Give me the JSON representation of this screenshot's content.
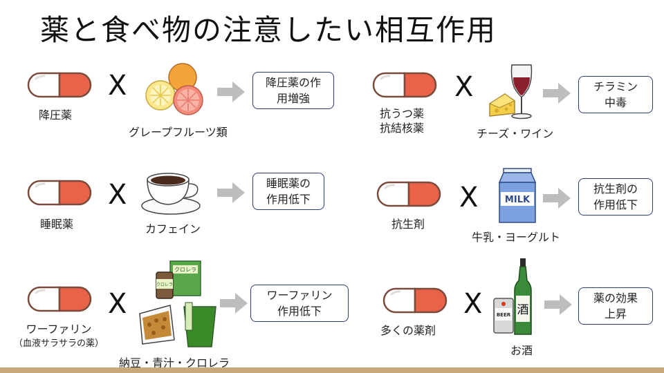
{
  "title": "薬と食べ物の注意したい相互作用",
  "cross_symbol": "X",
  "rows": [
    {
      "drug": "降圧薬",
      "food": "グレープフルーツ類",
      "effect_line1": "降圧薬の作",
      "effect_line2": "用増強"
    },
    {
      "drug": "抗うつ薬",
      "drug2": "抗結核薬",
      "food": "チーズ・ワイン",
      "effect_line1": "チラミン",
      "effect_line2": "中毒"
    },
    {
      "drug": "睡眠薬",
      "food": "カフェイン",
      "effect_line1": "睡眠薬の",
      "effect_line2": "作用低下"
    },
    {
      "drug": "抗生剤",
      "food": "牛乳・ヨーグルト",
      "effect_line1": "抗生剤の",
      "effect_line2": "作用低下",
      "carton_text": "MILK"
    },
    {
      "drug": "ワーファリン",
      "drug_note": "（血液サラサラの薬）",
      "food": "納豆・青汁・クロレラ",
      "effect_line1": "ワーファリン",
      "effect_line2": "作用低下",
      "box_text": "クロレラ",
      "bottle_text": "クロレラ"
    },
    {
      "drug": "多くの薬剤",
      "food": "お酒",
      "effect_line1": "薬の効果",
      "effect_line2": "上昇",
      "can_text": "BEER",
      "sake_text": "酒"
    }
  ],
  "colors": {
    "pill_red": "#e8634a",
    "pill_outline": "#7a4a3a",
    "box_border": "#2e3a72",
    "arrow_gray": "#bdbdbd",
    "bottom_bar": "#c9a97a"
  }
}
